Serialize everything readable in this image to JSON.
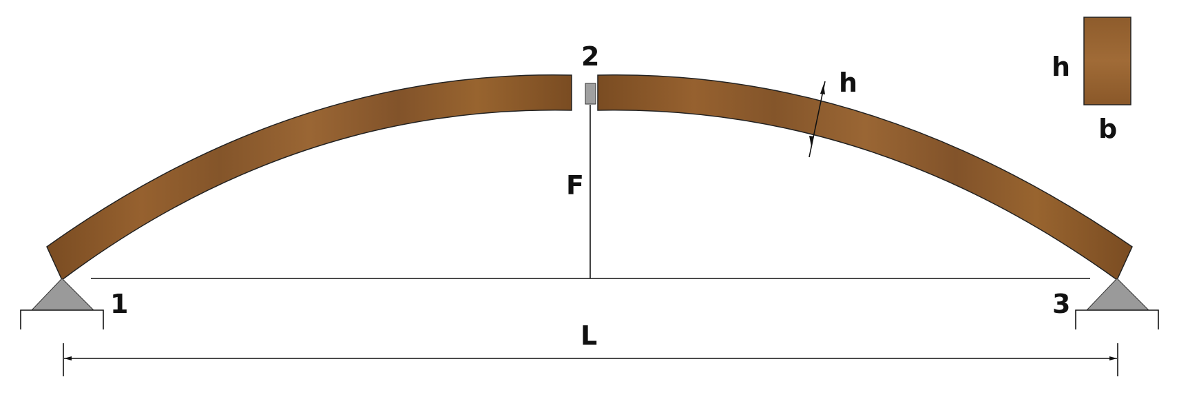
{
  "diagram": {
    "labels": {
      "node_1": "1",
      "node_2": "2",
      "node_3": "3",
      "rise": "F",
      "span": "L",
      "thickness": "h",
      "section_height": "h",
      "section_width": "b"
    },
    "colors": {
      "wood": "#8a5a2b",
      "wood_dark": "#6f4420",
      "wood_light": "#a56f3a",
      "support": "#9a9a9a",
      "hinge": "#a0a0a0",
      "line": "#111111"
    }
  }
}
